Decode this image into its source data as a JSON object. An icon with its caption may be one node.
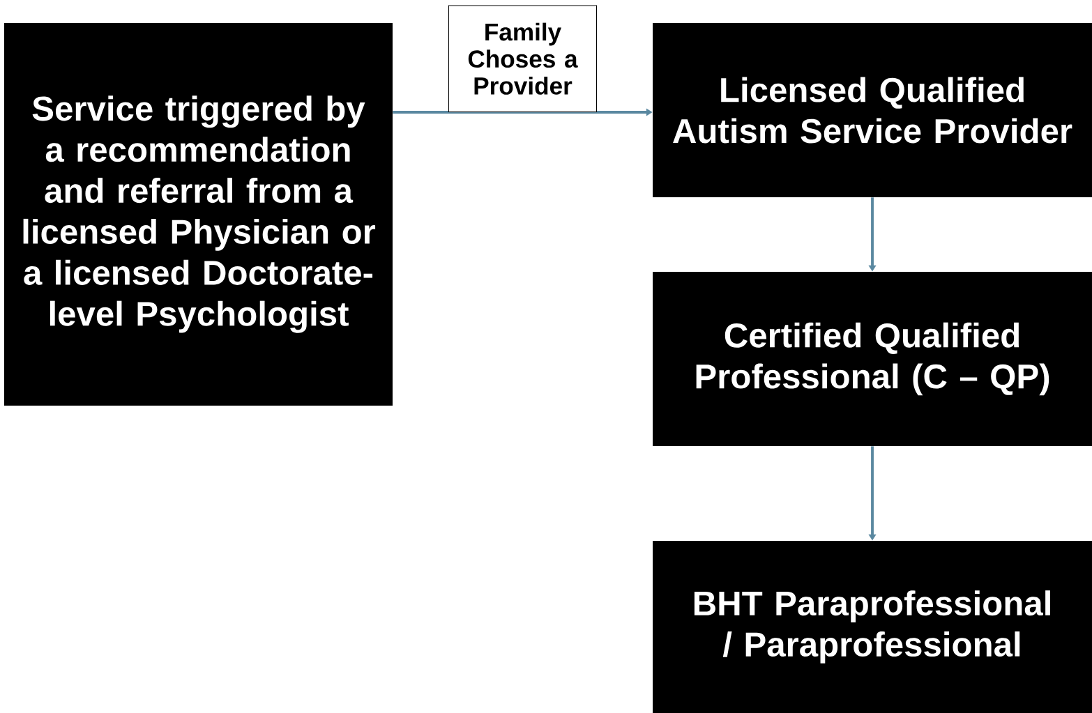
{
  "diagram": {
    "nodes": [
      {
        "text": [
          "Service triggered by a recommendation and referral from a licensed Physician or a licensed Doctorate-level Psychologist"
        ]
      },
      {
        "text": [
          "Licensed Qualified Autism Service Provider"
        ]
      },
      {
        "text": [
          "Certified Qualified Professional (C – QP)"
        ]
      },
      {
        "text": [
          "BHT Paraprofessional  / Paraprofessional"
        ]
      }
    ],
    "edges": [
      {
        "from": 0,
        "to": 1,
        "arrow": "to",
        "label": "Family Choses a Provider"
      },
      {
        "from": 1,
        "to": 2,
        "arrow": "to"
      },
      {
        "from": 2,
        "to": 3,
        "arrow": "to"
      }
    ]
  }
}
